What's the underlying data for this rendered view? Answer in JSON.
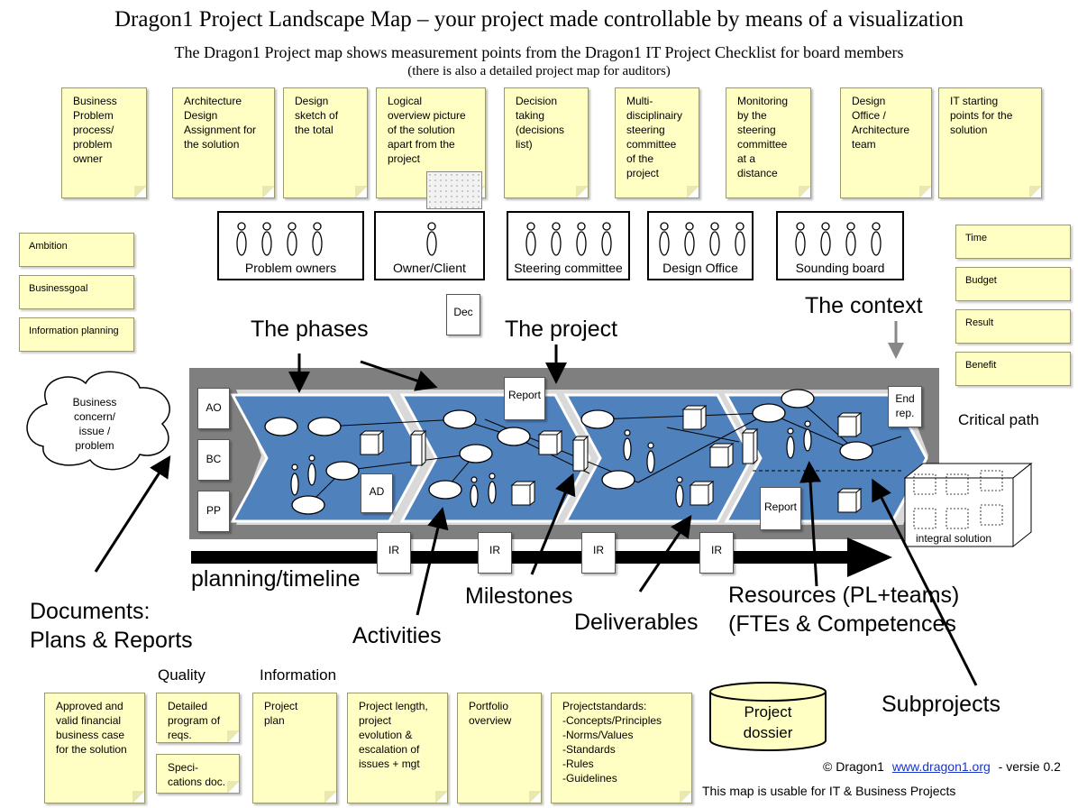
{
  "header": {
    "title": "Dragon1 Project Landscape Map – your project made controllable by means of a visualization",
    "subtitle": "The Dragon1 Project map shows measurement points from the Dragon1 IT Project Checklist for board members",
    "note": "(there is also a detailed project map for auditors)"
  },
  "top_notes": [
    "Business\nProblem\nprocess/\nproblem\nowner",
    "Architecture\nDesign\nAssignment for\nthe solution",
    "Design\nsketch of\nthe total",
    "Logical\noverview picture\nof the solution\napart from the\nproject",
    "Decision\ntaking\n(decisions\nlist)",
    "Multi-\ndisciplinairy\nsteering\ncommittee\nof the\nproject",
    "Monitoring\nby the\nsteering\ncommittee\nat a\ndistance",
    "Design\nOffice /\nArchitecture\nteam",
    "IT starting\npoints for the\nsolution"
  ],
  "left_notes": [
    "Ambition",
    "Businessgoal",
    "Information planning"
  ],
  "right_notes": [
    "Time",
    "Budget",
    "Result",
    "Benefit"
  ],
  "people_boxes": [
    "Problem owners",
    "Owner/Client",
    "Steering committee",
    "Design Office",
    "Sounding board"
  ],
  "labels": {
    "dec": "Dec",
    "the_context": "The context",
    "the_phases": "The phases",
    "the_project": "The project",
    "report": "Report",
    "end_rep": "End\nrep.",
    "critical_path": "Critical path",
    "cloud": "Business\nconcern/\nissue /\nproblem",
    "integral_solution": "integral solution",
    "planning_timeline": "planning/timeline",
    "documents": "Documents:\nPlans & Reports",
    "activities": "Activities",
    "milestones": "Milestones",
    "deliverables": "Deliverables",
    "resources": "Resources (PL+teams)\n(FTEs & Competences",
    "subprojects": "Subprojects",
    "quality": "Quality",
    "information": "Information",
    "project_dossier": "Project\ndossier",
    "ad": "AD"
  },
  "side_docs": [
    "AO",
    "BC",
    "PP"
  ],
  "ir_docs": [
    "IR",
    "IR",
    "IR",
    "IR"
  ],
  "bottom_notes": [
    "Approved  and\nvalid financial\nbusiness case\nfor the solution",
    "Detailed\nprogram  of\nreqs.",
    "Speci-\ncations doc.",
    "Project\nplan",
    "Project length,\nproject\nevolution  &\nescalation of\nissues + mgt",
    "Portfolio\noverview",
    "Projectstandards:\n-Concepts/Principles\n-Norms/Values\n-Standards\n-Rules\n-Guidelines"
  ],
  "footer": {
    "copyright": "© Dragon1",
    "link": "www.dragon1.org",
    "version": "- versie 0.2",
    "usable": "This map is usable for IT & Business Projects"
  },
  "colors": {
    "phase_blue": "#4f81bd",
    "note_yellow": "#ffffc4",
    "band_grey": "#7f7f7f"
  }
}
